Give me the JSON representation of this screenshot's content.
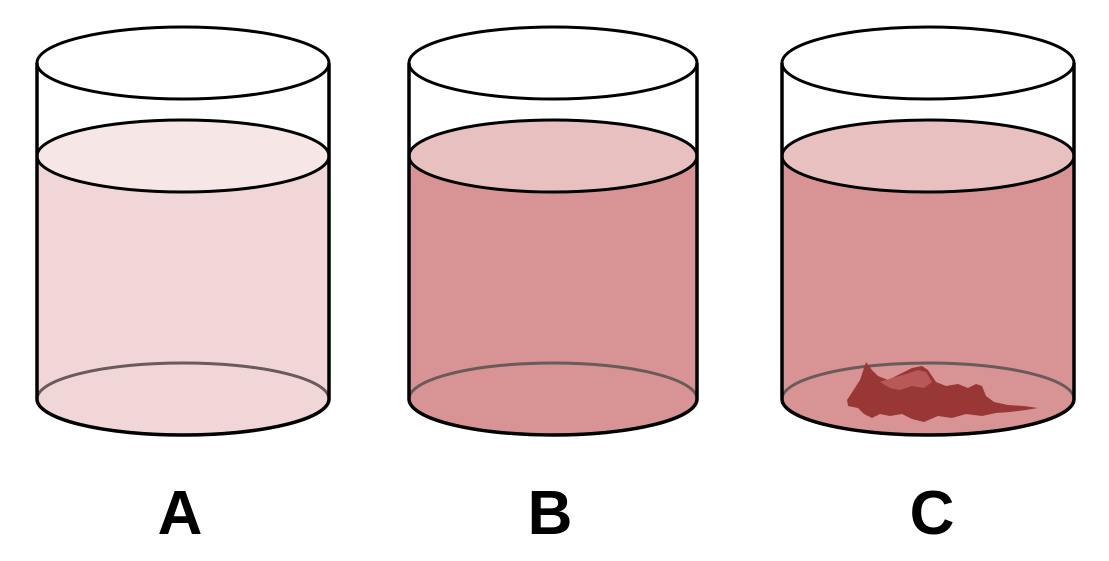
{
  "beakers": [
    {
      "label": "A",
      "solution": "light",
      "precipitate": false
    },
    {
      "label": "B",
      "solution": "dark",
      "precipitate": false
    },
    {
      "label": "C",
      "solution": "dark",
      "precipitate": true
    }
  ],
  "colors": {
    "outline": "#000000",
    "bottom_ellipse_outline": "#6b5a5a",
    "light_liquid_body": "#f0d6d6",
    "light_liquid_surface": "#f7e6e6",
    "dark_liquid_body": "#d89494",
    "dark_liquid_surface": "#e8c0c0",
    "precipitate_dark": "#993636",
    "precipitate_light": "#b85858"
  }
}
